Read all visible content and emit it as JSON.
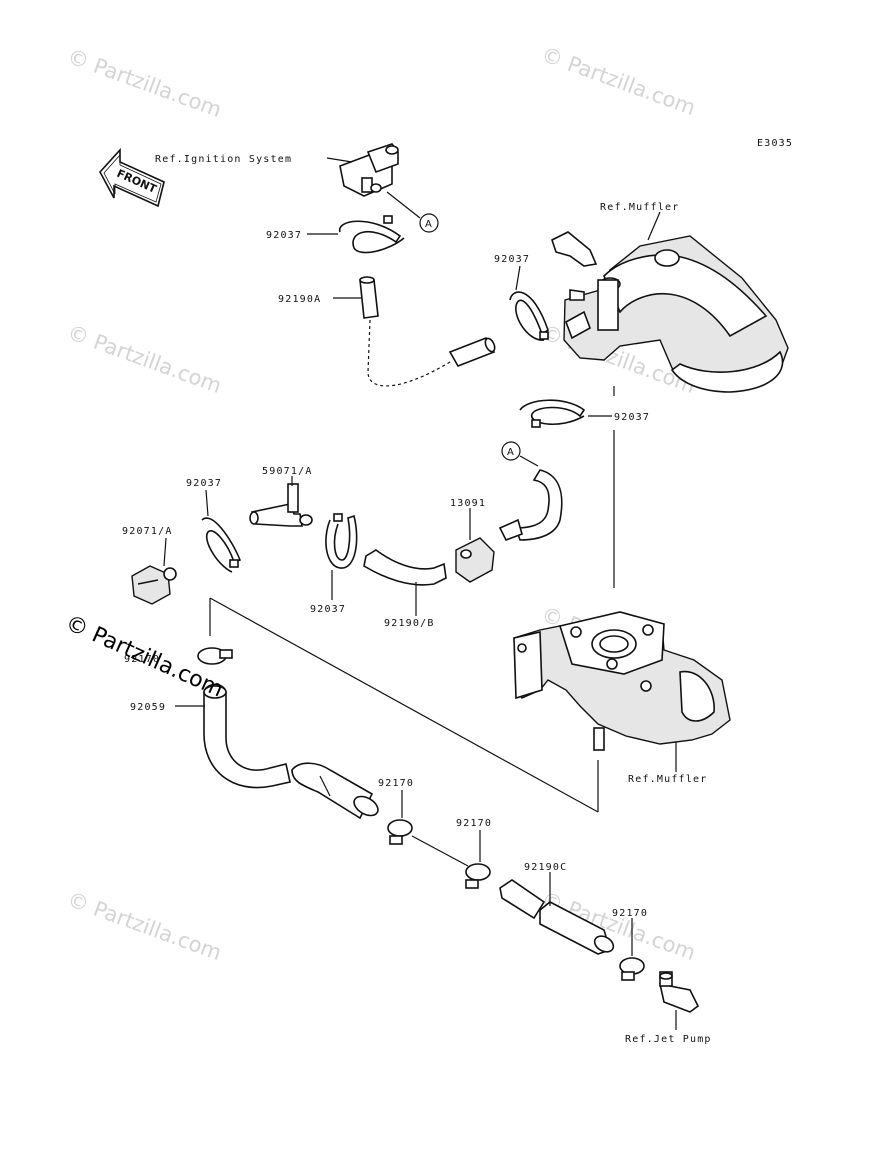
{
  "diagram_code": "E3035",
  "front_label": "FRONT",
  "callout_a": "A",
  "labels": {
    "ref_ignition": "Ref.Ignition System",
    "ref_muffler_top": "Ref.Muffler",
    "ref_muffler_bottom": "Ref.Muffler",
    "ref_jet_pump": "Ref.Jet Pump",
    "p92037_a": "92037",
    "p92037_b": "92037",
    "p92037_c": "92037",
    "p92037_d": "92037",
    "p92037_e": "92037",
    "p92190a": "92190A",
    "p59071a": "59071/A",
    "p92071a": "92071/A",
    "p13091": "13091",
    "p92190b": "92190/B",
    "p92170_partial": "92170",
    "p92059": "92059",
    "p92170_a": "92170",
    "p92170_b": "92170",
    "p92190c": "92190C",
    "p92170_c": "92170"
  },
  "watermarks": {
    "light": "© Partzilla.com",
    "dark": "© Partzilla.com"
  },
  "colors": {
    "line": "#111111",
    "watermark_light": "#d4d4d4",
    "watermark_dark": "#000000"
  }
}
